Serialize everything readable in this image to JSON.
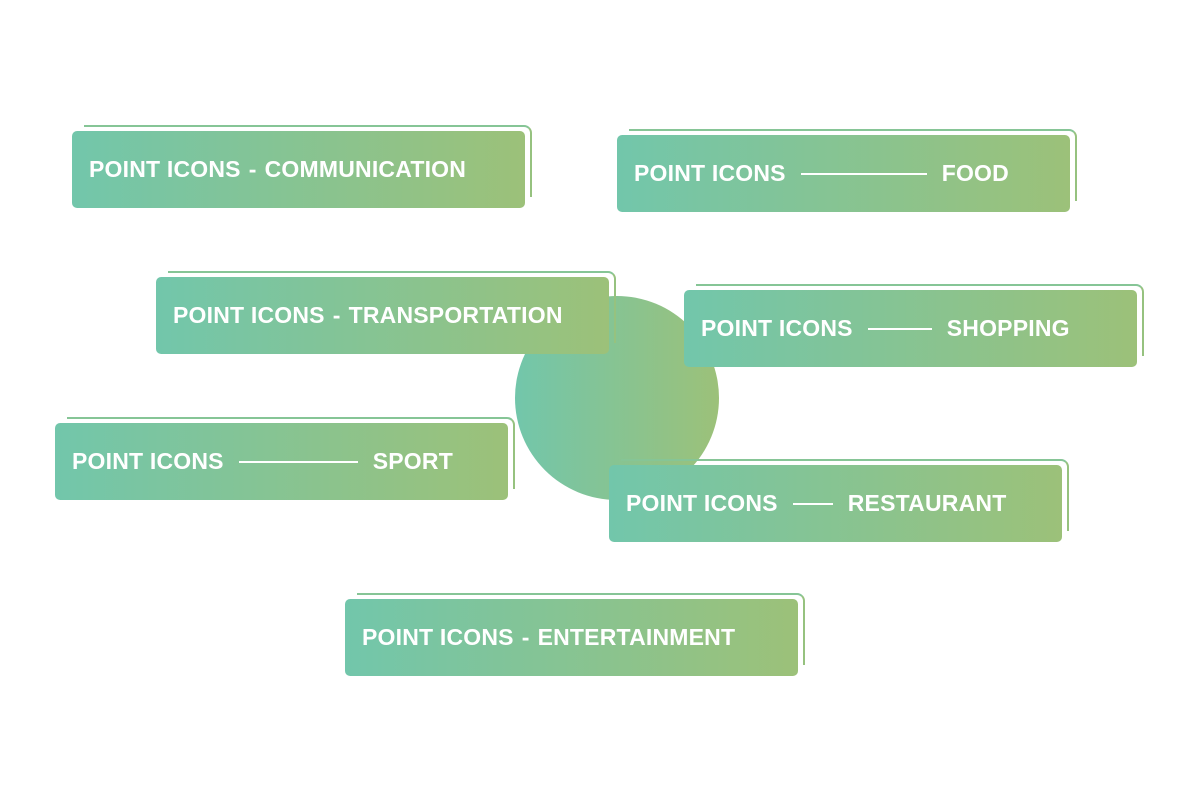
{
  "colors": {
    "gradient_start": "#72c6ab",
    "gradient_end": "#9cc179",
    "text": "#ffffff"
  },
  "cards": [
    {
      "prefix": "POINT ICONS",
      "separator": "-",
      "category": "COMMUNICATION"
    },
    {
      "prefix": "POINT ICONS",
      "separator": "line",
      "category": "FOOD"
    },
    {
      "prefix": "POINT ICONS",
      "separator": "-",
      "category": "TRANSPORTATION"
    },
    {
      "prefix": "POINT ICONS",
      "separator": "line",
      "category": "SHOPPING"
    },
    {
      "prefix": "POINT ICONS",
      "separator": "line",
      "category": "SPORT"
    },
    {
      "prefix": "POINT ICONS",
      "separator": "line",
      "category": "RESTAURANT"
    },
    {
      "prefix": "POINT ICONS",
      "separator": "-",
      "category": "ENTERTAINMENT"
    }
  ]
}
